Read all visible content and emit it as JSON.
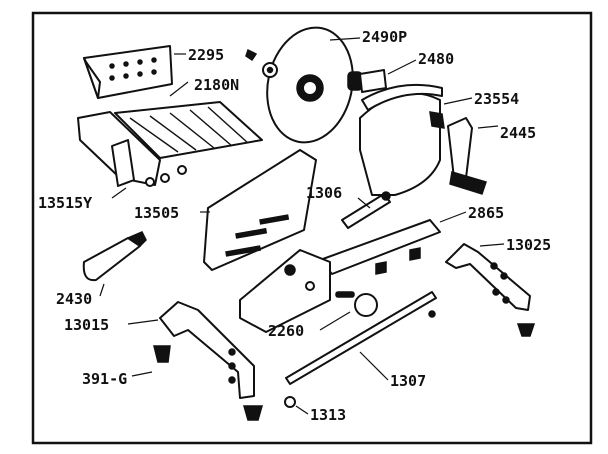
{
  "labels": {
    "l2295": "2295",
    "l2180N": "2180N",
    "l2490P": "2490P",
    "l2480": "2480",
    "l23554": "23554",
    "l2445": "2445",
    "l13515Y": "13515Y",
    "l13505": "13505",
    "l1306": "1306",
    "l2865": "2865",
    "l13025": "13025",
    "l2430": "2430",
    "l13015": "13015",
    "l2260": "2260",
    "l391G": "391-G",
    "l1307": "1307",
    "l1313": "1313"
  }
}
